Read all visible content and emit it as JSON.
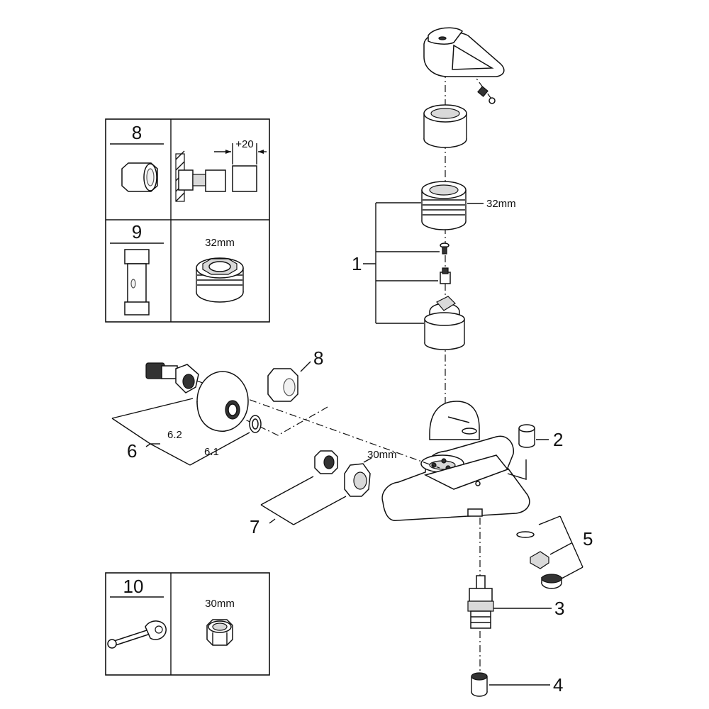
{
  "inset_top": {
    "item_8_number": "8",
    "item_8_dimension": "+20",
    "item_9_number": "9",
    "item_9_size": "32mm"
  },
  "inset_bottom": {
    "item_10_number": "10",
    "item_10_size": "30mm"
  },
  "callouts": {
    "c1": "1",
    "c1_size": "32mm",
    "c2": "2",
    "c3": "3",
    "c4": "4",
    "c5": "5",
    "c6": "6",
    "c6_1": "6.1",
    "c6_2": "6.2",
    "c7": "7",
    "c7_size": "30mm",
    "c8": "8"
  }
}
